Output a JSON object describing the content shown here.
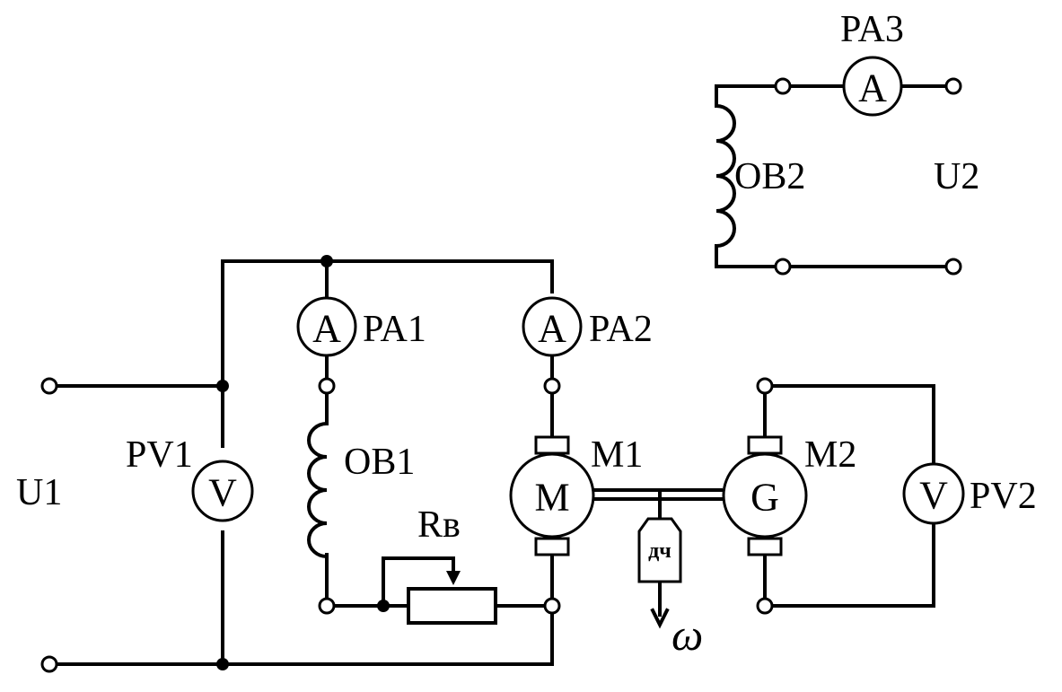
{
  "labels": {
    "pa1": "PA1",
    "pa2": "PA2",
    "pa3": "PA3",
    "pv1": "PV1",
    "pv2": "PV2",
    "ob1": "OB1",
    "ob2": "OB2",
    "u1": "U1",
    "u2": "U2",
    "m1": "M1",
    "m2": "M2",
    "rv": "Rв",
    "omega": "ω"
  },
  "symbols": {
    "ammeter": "A",
    "voltmeter": "V",
    "motor": "M",
    "generator": "G",
    "speed_sensor": "дч"
  }
}
